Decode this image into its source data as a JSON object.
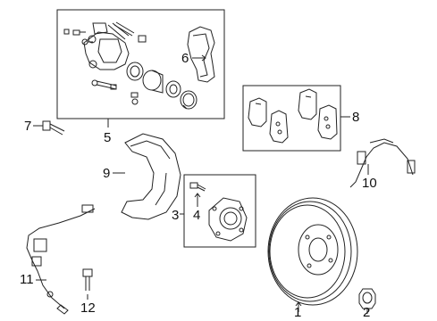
{
  "callouts": {
    "c1": "1",
    "c2": "2",
    "c3": "3",
    "c4": "4",
    "c5": "5",
    "c6": "6",
    "c7": "7",
    "c8": "8",
    "c9": "9",
    "c10": "10",
    "c11": "11",
    "c12": "12"
  },
  "parts": [
    {
      "callout": "1",
      "name": "brake disc rotor"
    },
    {
      "callout": "2",
      "name": "hub nut"
    },
    {
      "callout": "3",
      "name": "hub bearing assembly"
    },
    {
      "callout": "4",
      "name": "hub bolt"
    },
    {
      "callout": "5",
      "name": "caliper assembly kit"
    },
    {
      "callout": "6",
      "name": "caliper mounting bracket"
    },
    {
      "callout": "7",
      "name": "bolt"
    },
    {
      "callout": "8",
      "name": "brake pad set"
    },
    {
      "callout": "9",
      "name": "splash shield"
    },
    {
      "callout": "10",
      "name": "brake hose"
    },
    {
      "callout": "11",
      "name": "abs sensor wire"
    },
    {
      "callout": "12",
      "name": "bolt"
    }
  ]
}
